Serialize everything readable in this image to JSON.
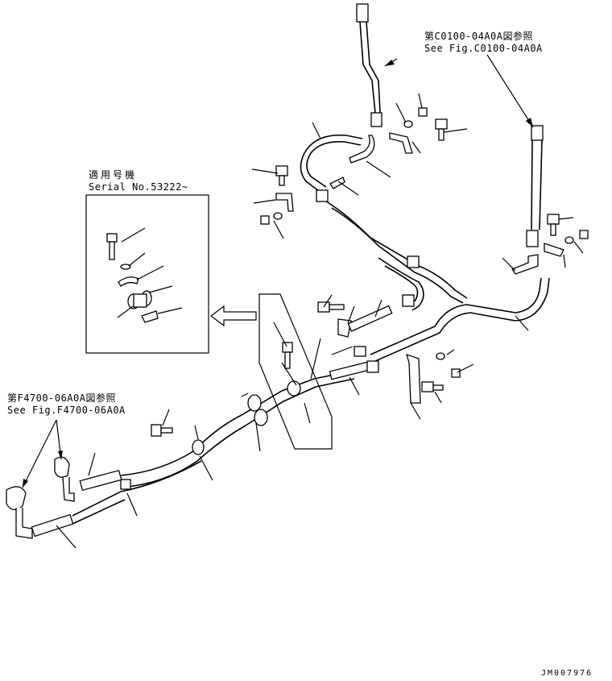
{
  "references": {
    "top_jp": "第C0100-04A0A図参照",
    "top_en": "See Fig.C0100-04A0A",
    "left_jp": "第F4700-06A0A図参照",
    "left_en": "See Fig.F4700-06A0A"
  },
  "serial_box": {
    "jp": "適用号機",
    "en": "Serial No.53222~"
  },
  "drawing_code": "JM007976",
  "colors": {
    "line": "#000000",
    "background": "#ffffff"
  }
}
